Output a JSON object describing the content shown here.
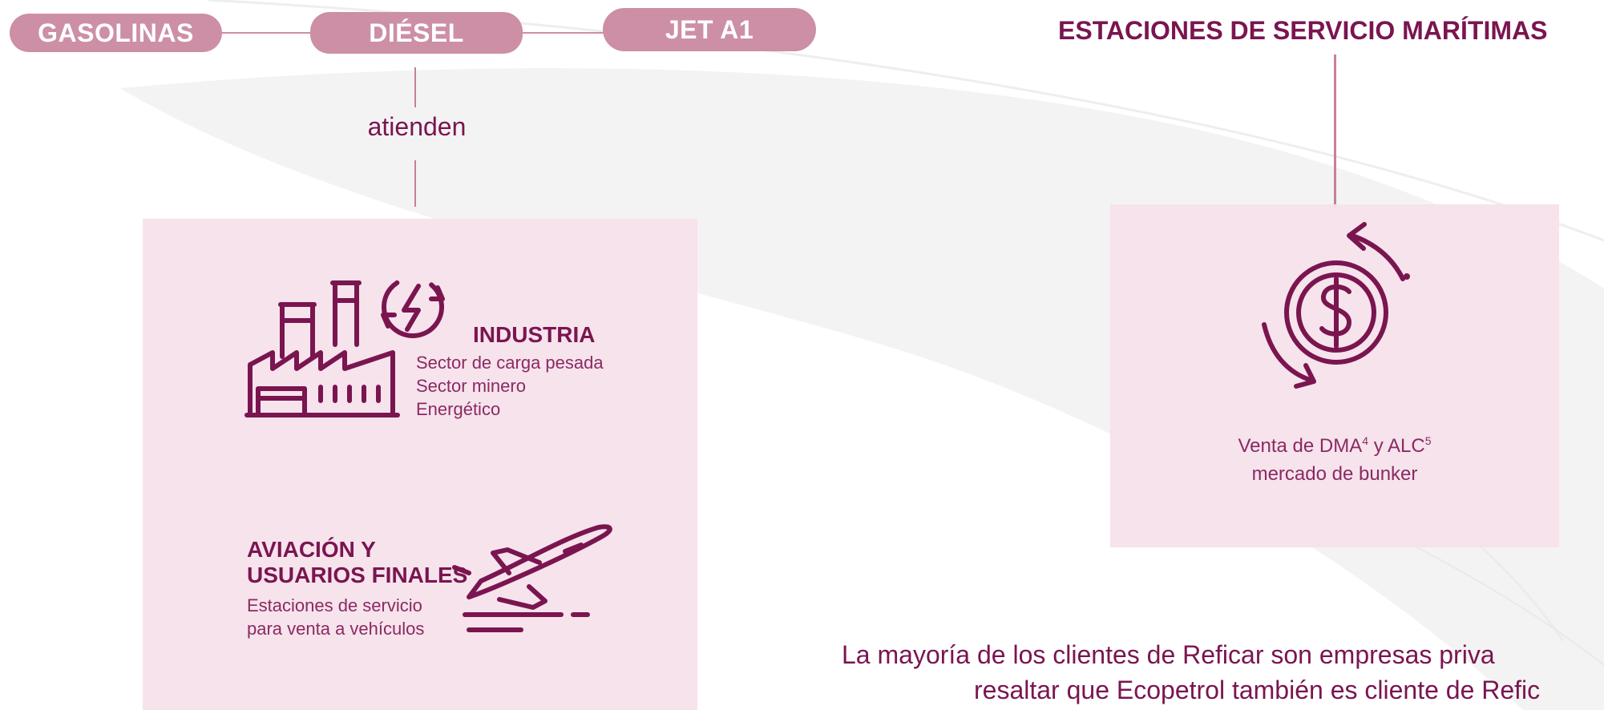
{
  "products": {
    "gasolinas": "GASOLINAS",
    "diesel": "DIÉSEL",
    "jet": "JET A1"
  },
  "connector_label": "atienden",
  "industry": {
    "title": "INDUSTRIA",
    "lines": [
      "Sector de carga pesada",
      "Sector minero",
      "Energético"
    ]
  },
  "aviation": {
    "title_line1": "AVIACIÓN Y",
    "title_line2": "USUARIOS FINALES",
    "lines": [
      "Estaciones de servicio",
      "para venta a vehículos"
    ]
  },
  "maritime": {
    "title": "ESTACIONES DE SERVICIO MARÍTIMAS",
    "venta_prefix": "Venta de DMA",
    "sup1": "4",
    "venta_mid": " y ALC",
    "sup2": "5",
    "venta_line2": "mercado de bunker"
  },
  "footer": {
    "line1": "La mayoría de los clientes de Reficar son empresas priva",
    "line2": "resaltar que Ecopetrol también es cliente de Refic"
  },
  "colors": {
    "pill": "#cd8fa5",
    "dark": "#7a1550",
    "panel": "#f6e3ec"
  }
}
